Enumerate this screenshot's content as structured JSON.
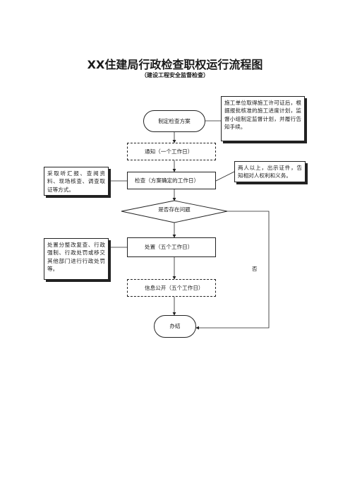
{
  "title": "XX住建局行政检查职权运行流程图",
  "subtitle": "（建设工程安全监督检查）",
  "nodes": {
    "plan": "制定检查方案",
    "notify": "通知（一个工作日）",
    "inspect": "检查（方案确定的工作日）",
    "decision": "是否存在问题",
    "handle": "处置（五个工作日）",
    "publish": "信息公开（五个工作日）",
    "end": "办结"
  },
  "notes": {
    "permit": "施工单位取得施工许可证后，根据报批核准的施工进度计划，监督小组制定监督计划，并履行告知手续。",
    "methods": "采取听汇报、查阅资料、现场核查、调查取证等方式。",
    "rights": "两人以上，出示证件，告知相对人权利和义务。",
    "measures": "处置分整改复查、行政强制、行政处罚或移交其他部门进行行政处罚等。"
  },
  "edge_labels": {
    "no": "否"
  }
}
